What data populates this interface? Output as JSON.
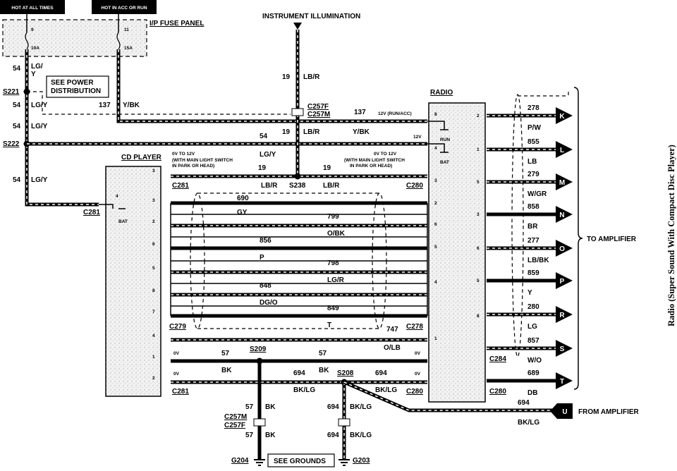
{
  "labels": {
    "hot_always": "HOT AT ALL TIMES",
    "hot_acc": "HOT IN ACC OR RUN",
    "fuse_panel": "I/P FUSE PANEL",
    "fuse1_num": "9",
    "fuse1_amp": "10A",
    "fuse2_num": "11",
    "fuse2_amp": "15A",
    "power_dist_1": "SEE POWER",
    "power_dist_2": "DISTRIBUTION",
    "instr_illum": "INSTRUMENT ILLUMINATION",
    "cd_player": "CD PLAYER",
    "radio": "RADIO",
    "to_amp": "TO AMPLIFIER",
    "from_amp": "FROM AMPLIFIER",
    "see_grounds": "SEE GROUNDS",
    "side_title": "Radio (Super Sound With Compact Disc Player)",
    "run_acc": "12V (RUN/ACC)",
    "v12": "12V",
    "run": "RUN",
    "bat": "BAT",
    "zero_12_a": "0V TO 12V",
    "light_switch_a1": "(WITH MAIN LIGHT SWITCH",
    "light_switch_a2": "IN PARK OR HEAD)",
    "zero_v": "0V"
  },
  "connectors": {
    "s221": "S221",
    "s222": "S222",
    "c281": "C281",
    "c257f": "C257F",
    "c257m": "C257M",
    "s238": "S238",
    "c280": "C280",
    "c279": "C279",
    "c278": "C278",
    "s209": "S209",
    "s208": "S208",
    "c284": "C284",
    "g204": "G204",
    "g203": "G203"
  },
  "wires": {
    "n54": "54",
    "lgy": "LG/Y",
    "lg_slash": "LG/",
    "y": "Y",
    "n137": "137",
    "ybk": "Y/BK",
    "n19": "19",
    "lbr": "LB/R",
    "n690": "690",
    "gy": "GY",
    "n799": "799",
    "obk": "O/BK",
    "n856": "856",
    "p": "P",
    "n798": "798",
    "lgr": "LG/R",
    "n848": "848",
    "dgo": "DG/O",
    "n849": "849",
    "t": "T",
    "n747": "747",
    "olb": "O/LB",
    "n57": "57",
    "bk": "BK",
    "n694": "694",
    "bklg": "BK/LG"
  },
  "pins": {
    "cd_left": [
      "4"
    ],
    "cd_right": [
      "3",
      "3",
      "2",
      "6",
      "5",
      "8",
      "7",
      "4",
      "1",
      "2"
    ],
    "radio_left": [
      "8",
      "4",
      "3",
      "2",
      "6",
      "5",
      "4",
      "1"
    ],
    "radio_right": [
      "2",
      "1",
      "5",
      "3",
      "6",
      "5",
      "8"
    ]
  },
  "amp_outputs": [
    {
      "num": "278",
      "color": "P/W",
      "letter": "K"
    },
    {
      "num": "855",
      "color": "LB",
      "letter": "L"
    },
    {
      "num": "279",
      "color": "W/GR",
      "letter": "M"
    },
    {
      "num": "858",
      "color": "BR",
      "letter": "N"
    },
    {
      "num": "277",
      "color": "LB/BK",
      "letter": "O"
    },
    {
      "num": "859",
      "color": "Y",
      "letter": "P"
    },
    {
      "num": "280",
      "color": "LG",
      "letter": "R"
    },
    {
      "num": "857",
      "color": "W/O",
      "letter": "S"
    },
    {
      "num": "689",
      "color": "DB",
      "letter": "T"
    },
    {
      "num": "694",
      "color": "BK/LG",
      "letter": "U"
    }
  ]
}
